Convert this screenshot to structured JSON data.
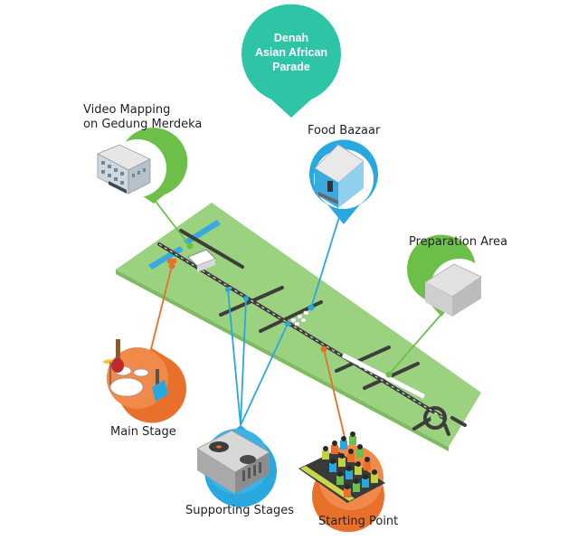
{
  "title": {
    "line1": "Denah",
    "line2": "Asian African",
    "line3": "Parade"
  },
  "labels": {
    "video_mapping_line1": "Video Mapping",
    "video_mapping_line2": "on Gedung Merdeka",
    "food_bazaar": "Food Bazaar",
    "preparation_area": "Preparation Area",
    "main_stage": "Main Stage",
    "supporting_stages": "Supporting Stages",
    "starting_point": "Starting Point"
  },
  "colors": {
    "title_teal": "#2ec4a6",
    "green": "#6cc04a",
    "blue": "#29a8df",
    "orange": "#e8702a",
    "ground": "#9bd27f",
    "road": "#3d3d3d",
    "water": "#3aa9e0"
  },
  "icons": {
    "video_mapping": "building-icon",
    "food_bazaar": "tent-stall-icon",
    "preparation_area": "tent-icon",
    "main_stage": "drum-kit-icon",
    "supporting_stages": "dj-turntable-icon",
    "starting_point": "crowd-icon"
  }
}
